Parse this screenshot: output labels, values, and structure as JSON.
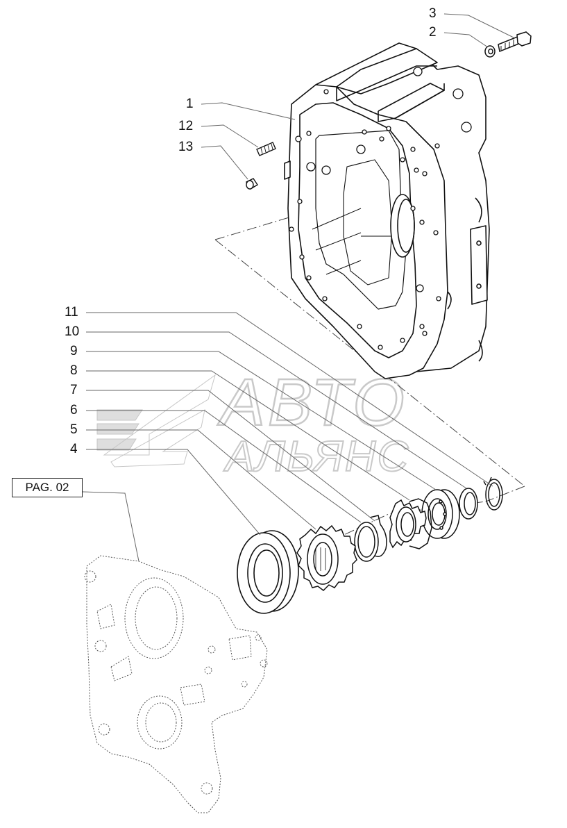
{
  "callouts": [
    {
      "id": "3",
      "label": "3"
    },
    {
      "id": "2",
      "label": "2"
    },
    {
      "id": "1",
      "label": "1"
    },
    {
      "id": "12",
      "label": "12"
    },
    {
      "id": "13",
      "label": "13"
    },
    {
      "id": "11",
      "label": "11"
    },
    {
      "id": "10",
      "label": "10"
    },
    {
      "id": "9",
      "label": "9"
    },
    {
      "id": "8",
      "label": "8"
    },
    {
      "id": "7",
      "label": "7"
    },
    {
      "id": "6",
      "label": "6"
    },
    {
      "id": "5",
      "label": "5"
    },
    {
      "id": "4",
      "label": "4"
    }
  ],
  "reference": {
    "label": "PAG. 02"
  },
  "watermark": {
    "line1": "АВТО",
    "line2": "АЛЬЯНС"
  },
  "colors": {
    "line": "#111111",
    "watermark": "#d4d4d4",
    "dashed": "#555555"
  }
}
